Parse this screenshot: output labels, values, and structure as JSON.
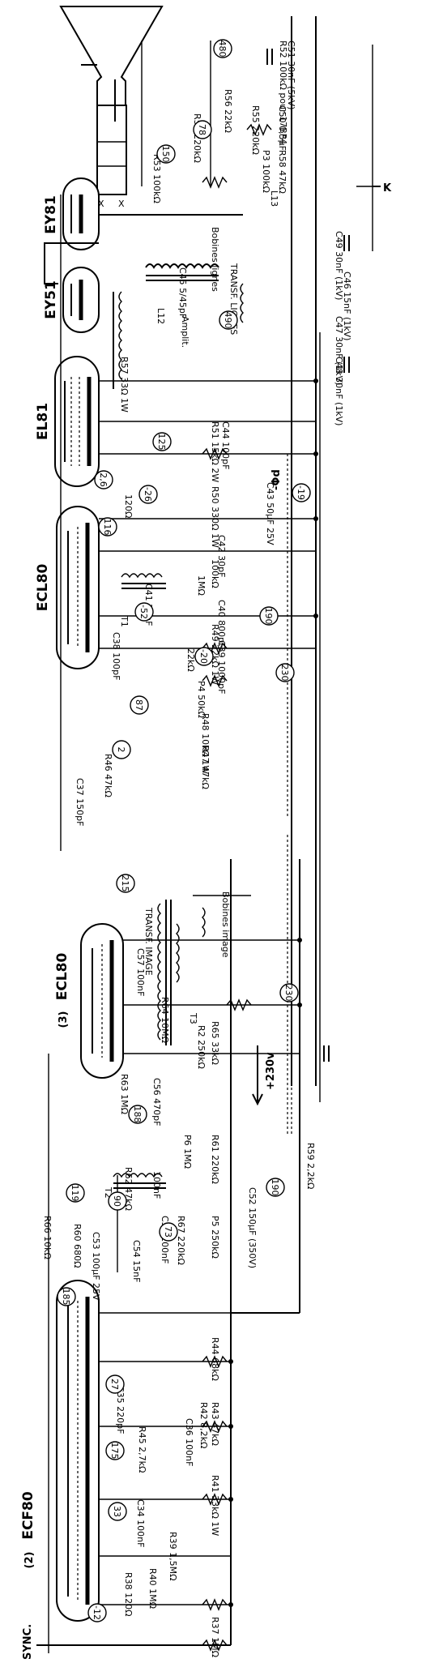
{
  "tubes": {
    "ey81": "EY81",
    "ey51": "EY51",
    "el81": "EL81",
    "ecl80_top": "ECL80",
    "ecl80_bottom": "ECL80",
    "ecl80_bottom_idx": "(3)",
    "ecf80": "ECF80",
    "ecf80_idx": "(2)"
  },
  "labels": {
    "x1": "X",
    "x2": "X",
    "k": "K",
    "phi": "-Φd",
    "sync": "SYNC.",
    "v230": "+230v",
    "c51": "C51 30nF (5kV)",
    "r52": "R52 100kΩ  pour 17BP4",
    "r56": "R56 22kΩ",
    "r55": "R55 220kΩ",
    "c50": "C50 0,5µF",
    "r54": "R54 220kΩ",
    "r53": "R53 100kΩ",
    "p3": "P3 100kΩ",
    "r58": "R58 47kΩ",
    "l13": "L13",
    "c49": "C49 30nF (1kV)",
    "c46": "C46 15nF (1kV)",
    "bob_lignes": "Bobines lignes",
    "c45": "C45 5/45pF",
    "transf_lignes": "TRANSF. LIGNES",
    "l12": "L12",
    "amplit": "Amplit.",
    "c47": "C47 30nF (1kV)",
    "c48": "C48 30nF (1kV)",
    "r57": "R57 33Ω 1W",
    "c44": "C44 100pF",
    "r51": "R51 15kΩ 2W",
    "r50": "R50 330Ω 1W",
    "c43": "C43 50µF 25V",
    "r_120": "120Ω",
    "c42": "C42 30pF",
    "r_100k": "100kΩ",
    "r_1m": "1MΩ",
    "c41": "C41 20nF",
    "c40": "C40 800pF",
    "r49": "R49 22kΩ 1W",
    "c39": "C39 1000pF",
    "r_22k": "22kΩ",
    "t1": "T1",
    "c38": "C38 100pF",
    "p4": "P4 50kΩ",
    "r48": "R48 10kΩ 1W",
    "r47": "R47 47kΩ",
    "r46": "R46 47kΩ",
    "c37": "C37 150pF",
    "bob_image": "Bobines image",
    "transf_image": "TRANSF. IMAGE",
    "t3": "T3",
    "c57": "C57 100nF",
    "r64": "R64 10MΩ",
    "r65": "R65 33kΩ",
    "r2": "R2 250kΩ",
    "r63": "R63 1MΩ",
    "c56": "C56 470pF",
    "r61": "R61 220kΩ",
    "p6": "P6 1MΩ",
    "c52": "C52 150µF (350V)",
    "r59": "R59 2,2kΩ",
    "r62": "R62 47kΩ",
    "c_100nf": "100nF",
    "t2": "T2",
    "c55": "C55 100nF",
    "r66": "R66 10kΩ",
    "r60": "R60 680Ω",
    "c53": "C53 100µF 25V",
    "c54": "C54 15nF",
    "r67": "R67 220kΩ",
    "p5": "P5 250kΩ",
    "r44": "R44 68kΩ",
    "r43": "R43 47kΩ",
    "r42": "R42 8,2kΩ",
    "c36": "C36 100nF",
    "c35": "C35 220pF",
    "r45": "R45 2,7kΩ",
    "r41": "R41 33kΩ 1W",
    "c34": "C34 100nF",
    "r39": "R39 1,5MΩ",
    "r40": "R40 1MΩ",
    "r38": "R38 120Ω",
    "r37": "R37 1MΩ"
  },
  "voltages": {
    "v480": "480",
    "v78": "78",
    "v150": "150",
    "v490": "490",
    "v125": "125",
    "v26": "-26",
    "v2_6": "2,6",
    "v116": "116",
    "v19": "-19",
    "v52": "-52",
    "v20": "-20",
    "v190a": "190",
    "v230a": "230",
    "v87": "87",
    "v2": "2",
    "v215": "215",
    "v230b": "230",
    "v188": "188",
    "v119": "119",
    "v90": "90",
    "v73": "73",
    "v190b": "190",
    "v185": "185",
    "v27": "27",
    "v175": "175",
    "v33": "33",
    "v12": "-12"
  }
}
